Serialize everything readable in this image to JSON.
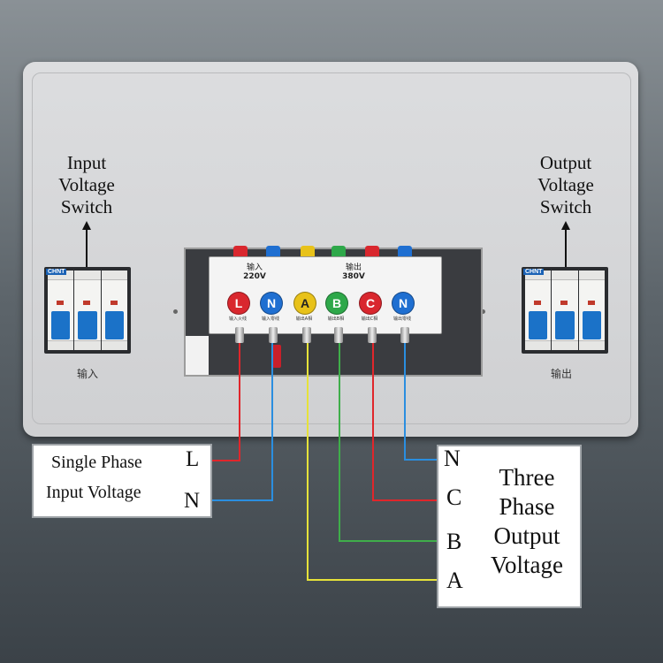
{
  "input_switch": {
    "caption_lines": [
      "Input",
      "Voltage",
      "Switch"
    ],
    "label": "输入",
    "brand": "CHNT"
  },
  "output_switch": {
    "caption_lines": [
      "Output",
      "Voltage",
      "Switch"
    ],
    "label": "输出",
    "brand": "CHNT"
  },
  "terminal_block": {
    "input_group": {
      "title": "输入",
      "voltage": "220V"
    },
    "output_group": {
      "title": "输出",
      "voltage": "380V"
    },
    "terminals": [
      {
        "letter": "L",
        "sub": "输入火线",
        "color": "#d9272e"
      },
      {
        "letter": "N",
        "sub": "输入零线",
        "color": "#1f6fd1"
      },
      {
        "letter": "A",
        "sub": "输出A相",
        "color": "#e8c21a"
      },
      {
        "letter": "B",
        "sub": "输出B相",
        "color": "#2ea84a"
      },
      {
        "letter": "C",
        "sub": "输出C相",
        "color": "#d9272e"
      },
      {
        "letter": "N",
        "sub": "输出零线",
        "color": "#1f6fd1"
      }
    ]
  },
  "input_box": {
    "text_lines": [
      "Single Phase",
      "Input Voltage"
    ],
    "terminals": [
      "L",
      "N"
    ]
  },
  "output_box": {
    "text_lines": [
      "Three",
      "Phase",
      "Output",
      "Voltage"
    ],
    "terminals": [
      "N",
      "C",
      "B",
      "A"
    ]
  },
  "wire_colors": {
    "red": "#e0262b",
    "blue": "#2a8ee0",
    "yellow": "#e6e23a",
    "green": "#3fae4a"
  }
}
